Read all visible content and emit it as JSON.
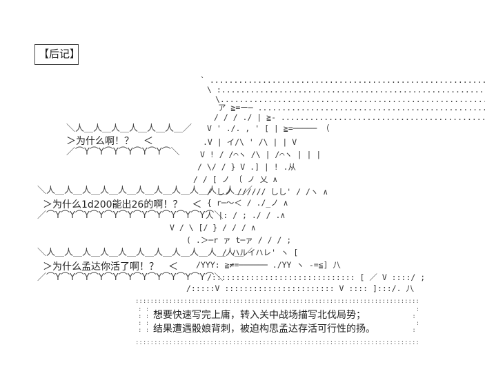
{
  "title": "【后记】",
  "shouts": [
    "＞为什么啊！？　＜",
    "＞为什么1d200能出26的啊！？　＜",
    "＞为什么孟达你活了啊！？　＜"
  ],
  "notes": [
    "想要快速写完上庸，转入关中战场描写北伐局势；",
    "结果遭遇骰娘背刺，被迫构思孟达存活可行性的扬。"
  ]
}
